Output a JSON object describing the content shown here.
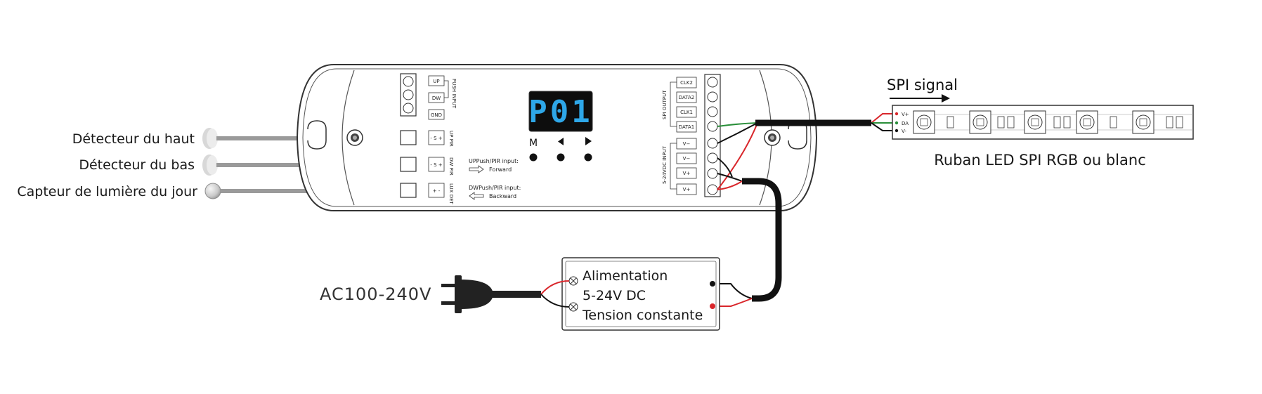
{
  "sensors": {
    "top": "Détecteur du haut",
    "bottom": "Détecteur du bas",
    "light": "Capteur de lumière du jour"
  },
  "controller": {
    "display": "P01",
    "buttons": {
      "m": "M"
    },
    "push_terminals": [
      "UP",
      "DW",
      "GND"
    ],
    "push_input_label": "PUSH INPUT",
    "pir_labels": [
      "UP PIR",
      "DW PIR",
      "LUX DET"
    ],
    "up_input": {
      "title": "UPPush/PIR input:",
      "dir": "Forward"
    },
    "dw_input": {
      "title": "DWPush/PIR input:",
      "dir": "Backward"
    },
    "spi_terminals": [
      "CLK2",
      "DATA2",
      "CLK1",
      "DATA1"
    ],
    "spi_output_label": "SPI OUTPUT",
    "power_terminals": [
      "V−",
      "V−",
      "V+",
      "V+"
    ],
    "power_input_label": "5-24VDC INPUT"
  },
  "spi": {
    "signal_label": "SPI signal",
    "strip_pins": [
      "V+",
      "DA",
      "V-"
    ],
    "strip_label": "Ruban LED SPI RGB ou blanc"
  },
  "power_supply": {
    "lines": [
      "Alimentation",
      "5-24V DC",
      "Tension constante"
    ]
  },
  "mains": {
    "label": "AC100-240V"
  },
  "colors": {
    "display_text": "#2ea7e8",
    "display_bg": "#0d0d0d",
    "wire_red": "#d9262b",
    "wire_green": "#2a8f3a"
  }
}
